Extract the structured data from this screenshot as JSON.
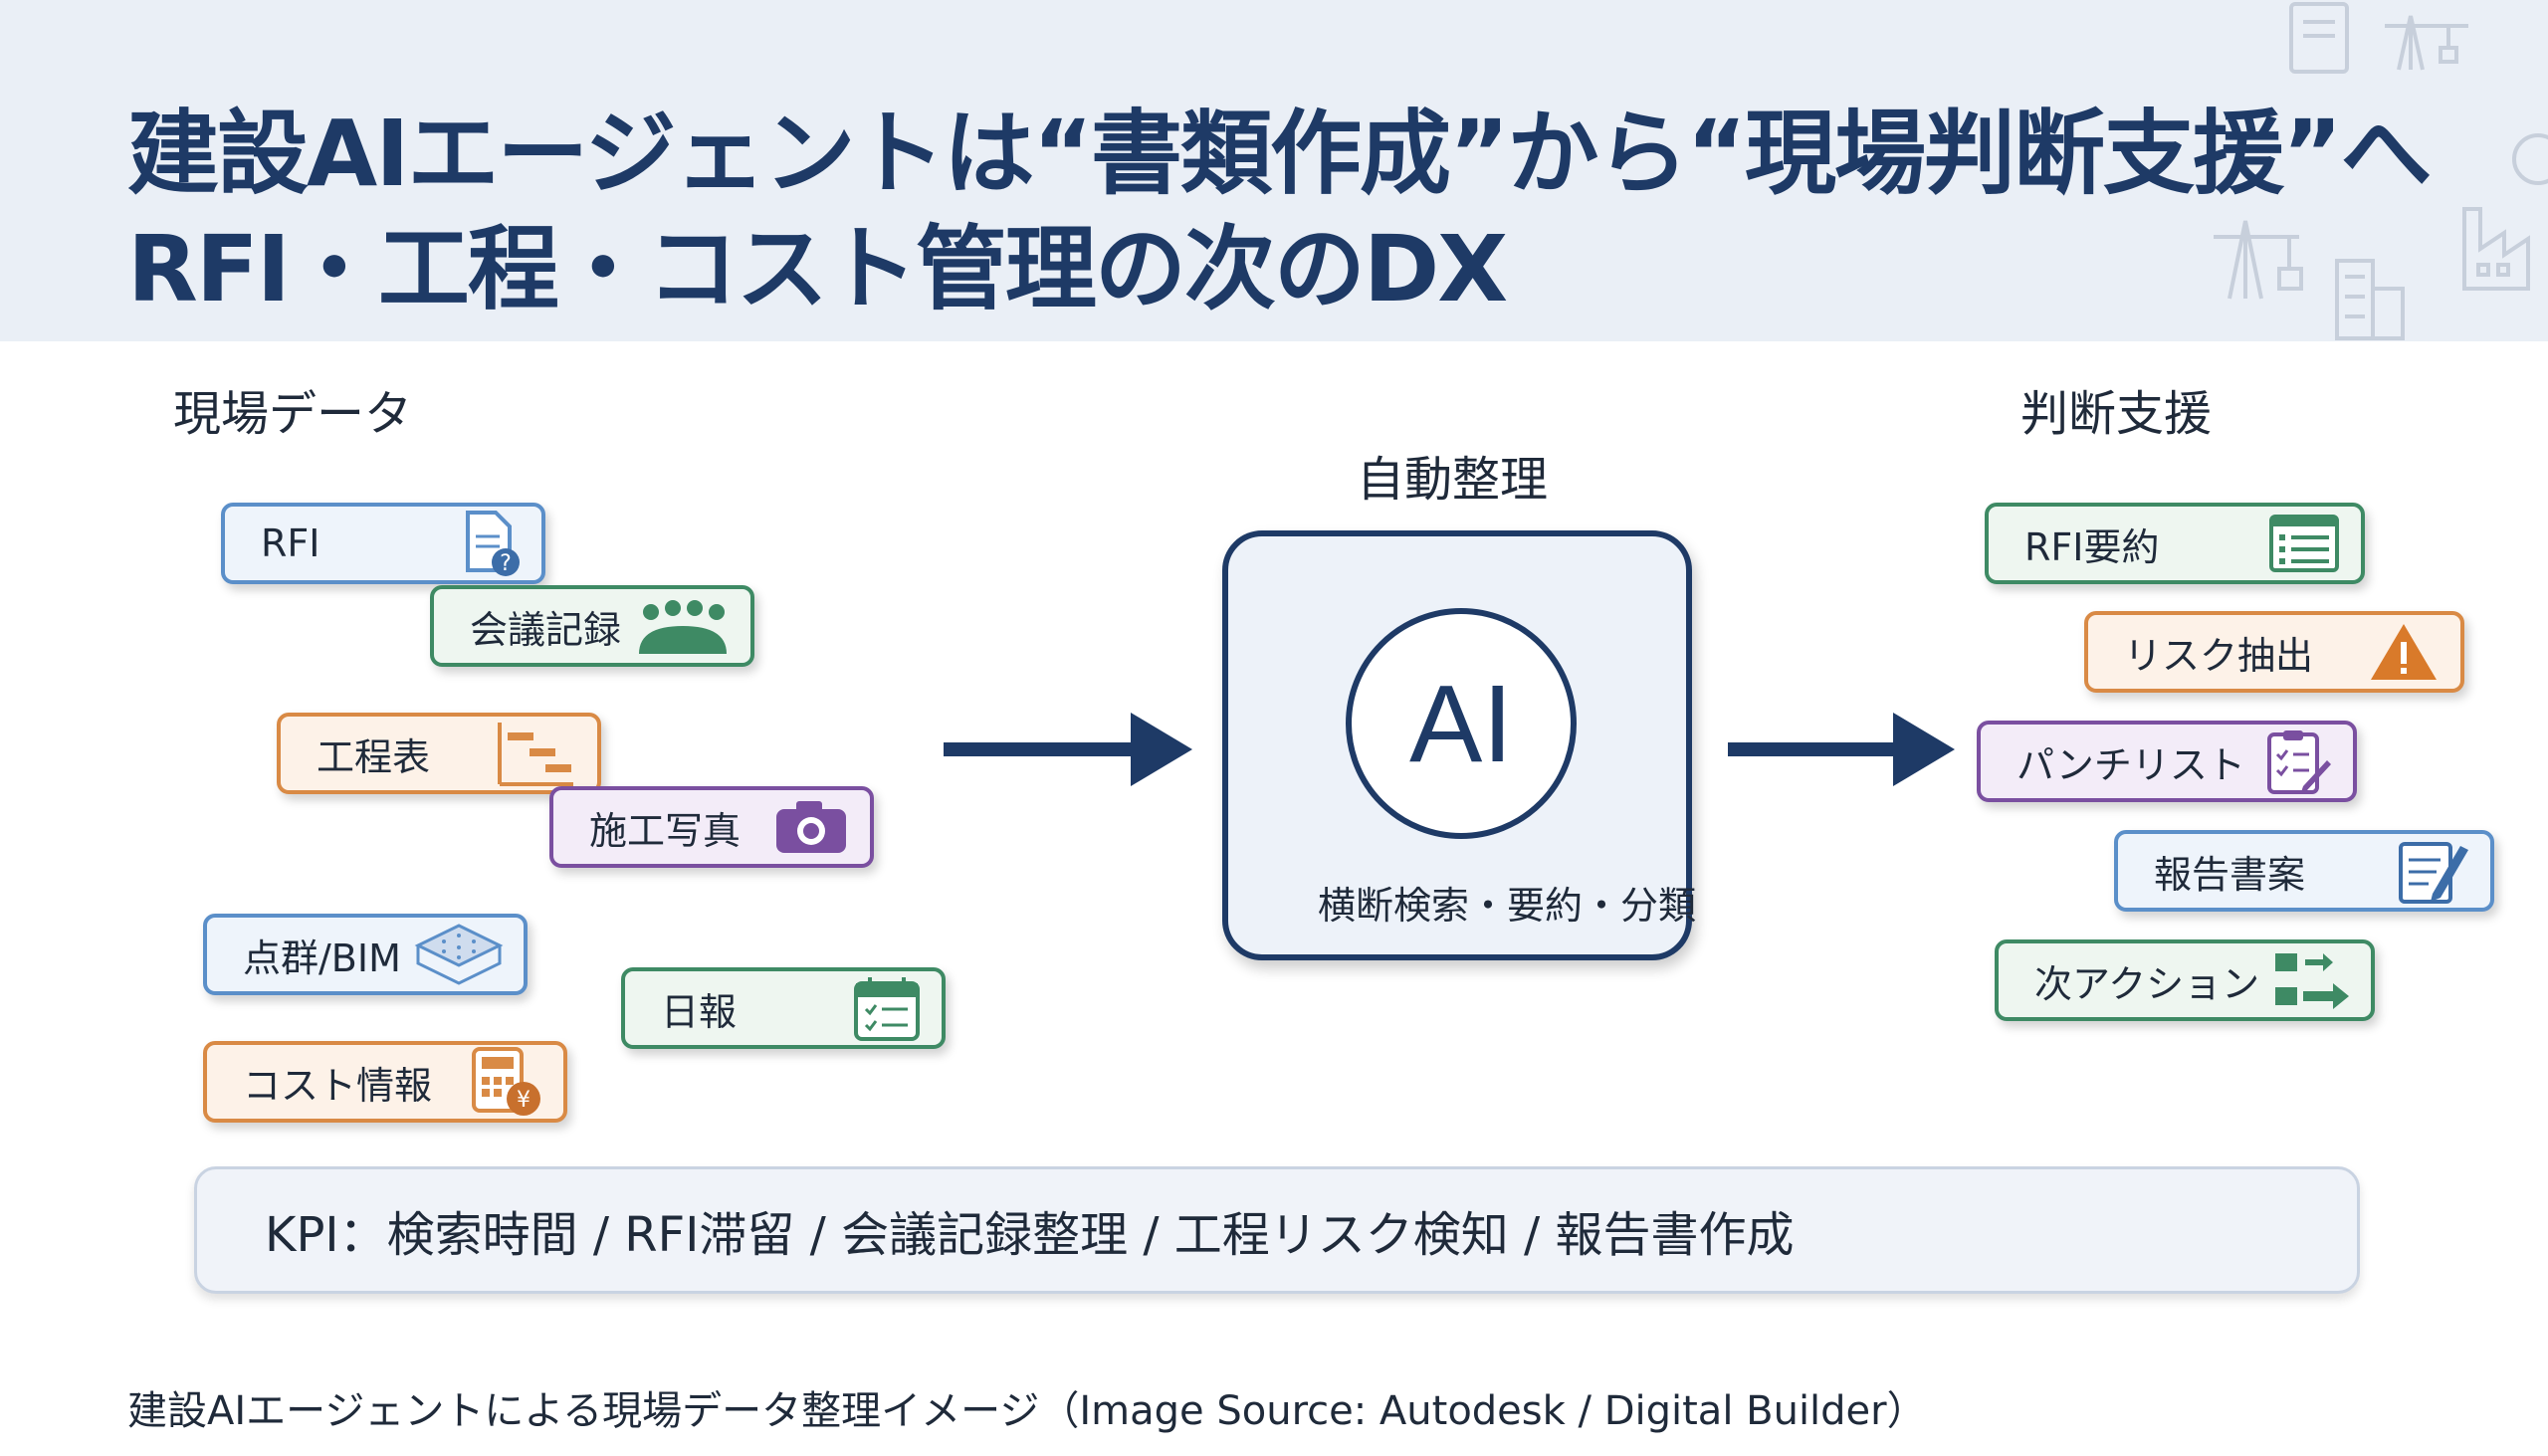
{
  "title": {
    "line1": "建設AIエージェントは“書類作成”から“現場判断支援”へ",
    "line2": "RFI・工程・コスト管理の次のDX"
  },
  "sections": {
    "input": "現場データ",
    "process": "自動整理",
    "output": "判断支援"
  },
  "input_cards": [
    {
      "label": "RFI",
      "icon": "document-question-icon",
      "color": "#5b8fc9"
    },
    {
      "label": "会議記録",
      "icon": "meeting-people-icon",
      "color": "#3e8a64"
    },
    {
      "label": "工程表",
      "icon": "gantt-chart-icon",
      "color": "#d98a45"
    },
    {
      "label": "施工写真",
      "icon": "camera-icon",
      "color": "#7a4fa0"
    },
    {
      "label": "点群/BIM",
      "icon": "point-cloud-icon",
      "color": "#5b8fc9"
    },
    {
      "label": "日報",
      "icon": "calendar-checklist-icon",
      "color": "#3e8a64"
    },
    {
      "label": "コスト情報",
      "icon": "calculator-yen-icon",
      "color": "#d98a45"
    }
  ],
  "ai_box": {
    "label": "AI",
    "subtitle": "横断検索・要約・分類"
  },
  "output_cards": [
    {
      "label": "RFI要約",
      "icon": "summary-list-icon",
      "color": "#3e8a64"
    },
    {
      "label": "リスク抽出",
      "icon": "warning-icon",
      "color": "#d98a45"
    },
    {
      "label": "パンチリスト",
      "icon": "clipboard-checklist-icon",
      "color": "#7a4fa0"
    },
    {
      "label": "報告書案",
      "icon": "report-edit-icon",
      "color": "#5b8fc9"
    },
    {
      "label": "次アクション",
      "icon": "next-action-icon",
      "color": "#3e8a64"
    }
  ],
  "kpi": "KPI：検索時間 / RFI滞留 / 会議記録整理 / 工程リスク検知 / 報告書作成",
  "caption": "建設AIエージェントによる現場データ整理イメージ（Image Source: Autodesk / Digital Builder）",
  "colors": {
    "navy": "#1e3a66",
    "blue": "#5b8fc9",
    "green": "#3e8a64",
    "orange": "#d98a45",
    "purple": "#7a4fa0"
  }
}
